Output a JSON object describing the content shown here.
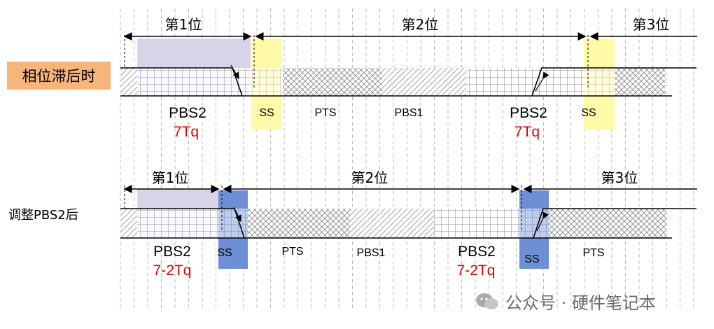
{
  "diagram_a": {
    "row_label": "相位滞后时",
    "bits": [
      "第1位",
      "第2位",
      "第3位"
    ],
    "segments": [
      "PBS2",
      "SS",
      "PTS",
      "PBS1",
      "PBS2",
      "SS"
    ],
    "tq": [
      "7Tq",
      "7Tq"
    ]
  },
  "diagram_b": {
    "row_label": "调整PBS2后",
    "bits": [
      "第1位",
      "第2位",
      "第3位"
    ],
    "segments": [
      "PBS2",
      "SS",
      "PTS",
      "PBS1",
      "PBS2",
      "SS",
      "PTS"
    ],
    "tq": [
      "7-2Tq",
      "7-2Tq"
    ]
  },
  "watermark": "公众号 · 硬件笔记本",
  "colors": {
    "row_label_bg": "#f8b57a",
    "ss_highlight_a": "#fffaa8",
    "ss_highlight_b": "#6f8fd4",
    "pbs2_highlight": "#d9d3e8",
    "tq_text": "#e00000"
  }
}
